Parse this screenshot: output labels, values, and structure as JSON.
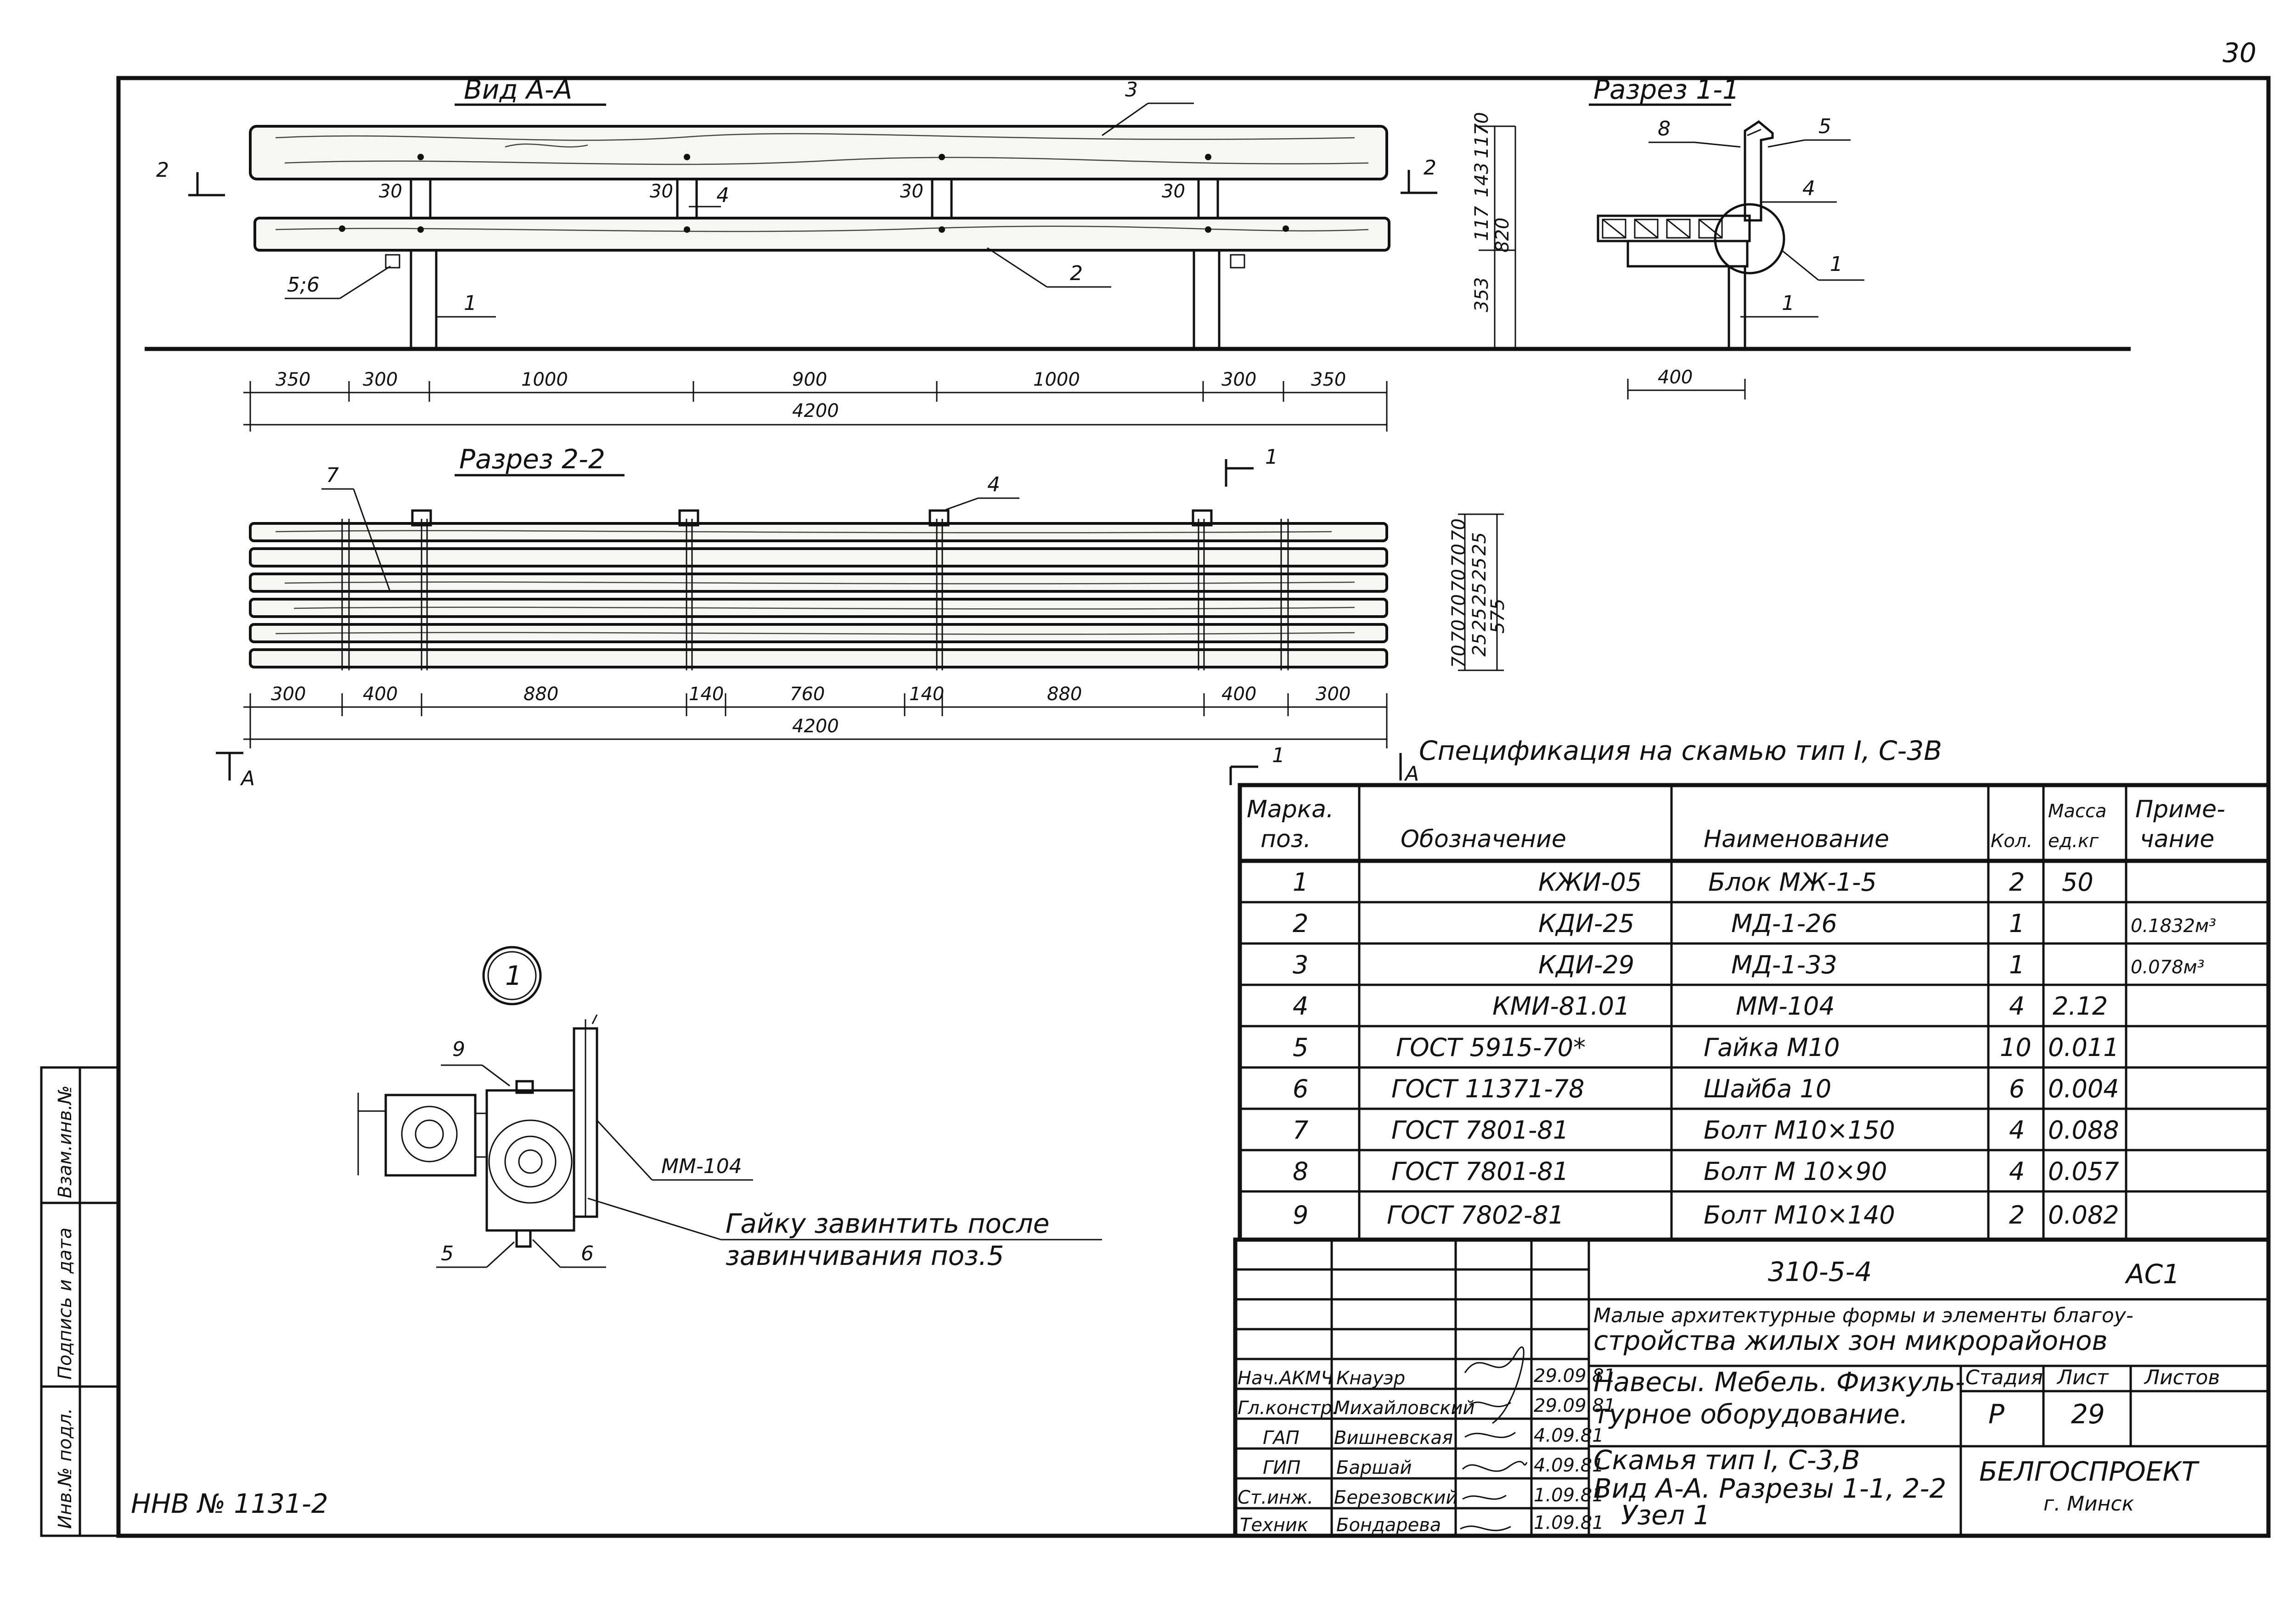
{
  "sheet": {
    "page_number": "30",
    "inv_number": "ННВ № 1131-2"
  },
  "views": {
    "view_aa": {
      "title": "Вид А-А",
      "callouts": [
        "3",
        "2",
        "1",
        "4",
        "5;6"
      ],
      "section_mark": "2",
      "local_dims": [
        "30",
        "30",
        "30",
        "30"
      ],
      "vertical_dims": [
        "117",
        "143",
        "117",
        "70",
        "820",
        "353"
      ],
      "dims_top": [
        "350",
        "300",
        "1000",
        "900",
        "1000",
        "300",
        "350"
      ],
      "total": "4200"
    },
    "section_11": {
      "title": "Разрез 1-1",
      "callouts": [
        "8",
        "5",
        "4",
        "1",
        "1"
      ],
      "dim": "400"
    },
    "section_22": {
      "title": "Разрез 2-2",
      "callouts": [
        "7",
        "4"
      ],
      "section_mark": "1",
      "dims_bottom": [
        "300",
        "400",
        "880",
        "140",
        "760",
        "140",
        "880",
        "400",
        "300"
      ],
      "total": "4200",
      "cut_mark": "A",
      "vertical_dims": [
        "70",
        "70",
        "70",
        "70",
        "70",
        "70",
        "25",
        "25",
        "25",
        "25",
        "25",
        "575"
      ]
    },
    "node_1": {
      "circle_label": "1",
      "callouts": [
        "9",
        "5",
        "6"
      ],
      "part_label": "ММ-104",
      "note_line1": "Гайку завинтить после",
      "note_line2": "завинчивания поз.5"
    }
  },
  "spec": {
    "title": "Спецификация на скамью тип I, С-3В",
    "mark_a": "А",
    "mark_1": "1",
    "headers": {
      "mark_line1": "Марка.",
      "mark_line2": "поз.",
      "designation": "Обозначение",
      "name": "Наименование",
      "qty": "Кол.",
      "mass_line1": "Масса",
      "mass_line2": "ед.кг",
      "note_line1": "Приме-",
      "note_line2": "чание"
    },
    "rows": [
      {
        "pos": "1",
        "designation": "КЖИ-05",
        "name": "Блок МЖ-1-5",
        "qty": "2",
        "mass": "50",
        "note": ""
      },
      {
        "pos": "2",
        "designation": "КДИ-25",
        "name": "МД-1-26",
        "qty": "1",
        "mass": "",
        "note": "0.1832м³"
      },
      {
        "pos": "3",
        "designation": "КДИ-29",
        "name": "МД-1-33",
        "qty": "1",
        "mass": "",
        "note": "0.078м³"
      },
      {
        "pos": "4",
        "designation": "КМИ-81.01",
        "name": "ММ-104",
        "qty": "4",
        "mass": "2.12",
        "note": ""
      },
      {
        "pos": "5",
        "designation": "ГОСТ 5915-70*",
        "name": "Гайка М10",
        "qty": "10",
        "mass": "0.011",
        "note": ""
      },
      {
        "pos": "6",
        "designation": "ГОСТ 11371-78",
        "name": "Шайба 10",
        "qty": "6",
        "mass": "0.004",
        "note": ""
      },
      {
        "pos": "7",
        "designation": "ГОСТ 7801-81",
        "name": "Болт М10×150",
        "qty": "4",
        "mass": "0.088",
        "note": ""
      },
      {
        "pos": "8",
        "designation": "ГОСТ 7801-81",
        "name": "Болт М 10×90",
        "qty": "4",
        "mass": "0.057",
        "note": ""
      },
      {
        "pos": "9",
        "designation": "ГОСТ 7802-81",
        "name": "Болт М10×140",
        "qty": "2",
        "mass": "0.082",
        "note": ""
      }
    ]
  },
  "title_block": {
    "code": "310-5-4",
    "sheet_code": "АС1",
    "project_line1": "Малые архитектурные формы и элементы благоу-",
    "project_line2": "стройства жилых зон микрорайонов",
    "section_line1": "Навесы. Мебель. Физкуль-",
    "section_line2": "турное оборудование.",
    "stage_label": "Стадия",
    "sheet_label": "Лист",
    "sheets_label": "Листов",
    "stage": "Р",
    "sheet": "29",
    "sheets": "",
    "desc_line1": "Скамья тип I, С-3,В",
    "desc_line2": "Вид А-А. Разрезы 1-1, 2-2",
    "desc_line3": "Узел 1",
    "org_line1": "БЕЛГОСПРОЕКТ",
    "org_line2": "г. Минск",
    "signers": [
      {
        "role": "Нач.АКМЧ",
        "name": "Кнауэр",
        "date": "29.09.81"
      },
      {
        "role": "Гл.констр.",
        "name": "Михайловский",
        "date": "29.09.81"
      },
      {
        "role": "ГАП",
        "name": "Вишневская",
        "date": "4.09.81"
      },
      {
        "role": "ГИП",
        "name": "Баршай",
        "date": "4.09.81"
      },
      {
        "role": "Ст.инж.",
        "name": "Березовский",
        "date": "1.09.81"
      },
      {
        "role": "Техник",
        "name": "Бондарева",
        "date": "1.09.81"
      }
    ]
  },
  "side_stamp": {
    "inv_orig": "Инв.№ подл.",
    "sign_date": "Подпись и дата",
    "replace_inv": "Взам.инв.№"
  }
}
